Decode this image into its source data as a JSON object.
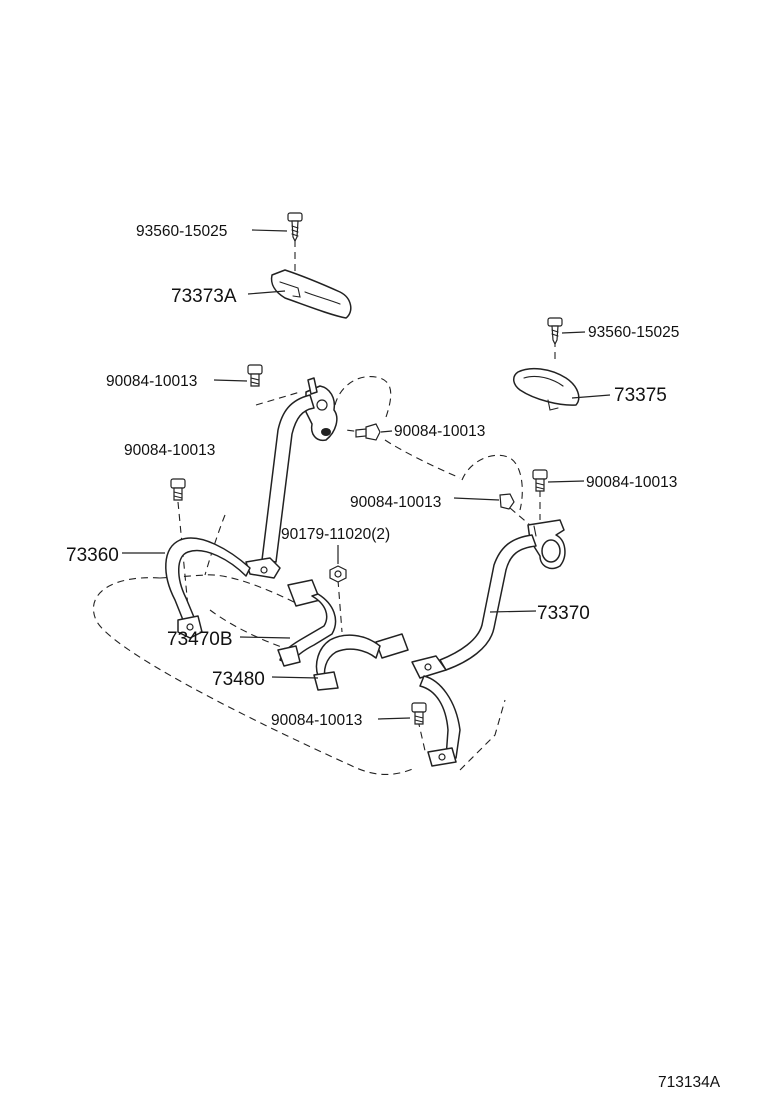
{
  "labels": {
    "top_screw": "93560-15025",
    "cover_left": "73373A",
    "right_screw": "93560-15025",
    "cover_right": "73375",
    "bolt_upper_left": "90084-10013",
    "bolt_center": "90084-10013",
    "bolt_left": "90084-10013",
    "bolt_right": "90084-10013",
    "bolt_right_inner": "90084-10013",
    "nut_center": "90179-11020(2)",
    "belt_left": "73360",
    "belt_right": "73370",
    "buckle_left": "73470B",
    "buckle_center": "73480",
    "bolt_bottom": "90084-10013",
    "diagram_id": "713134A"
  }
}
